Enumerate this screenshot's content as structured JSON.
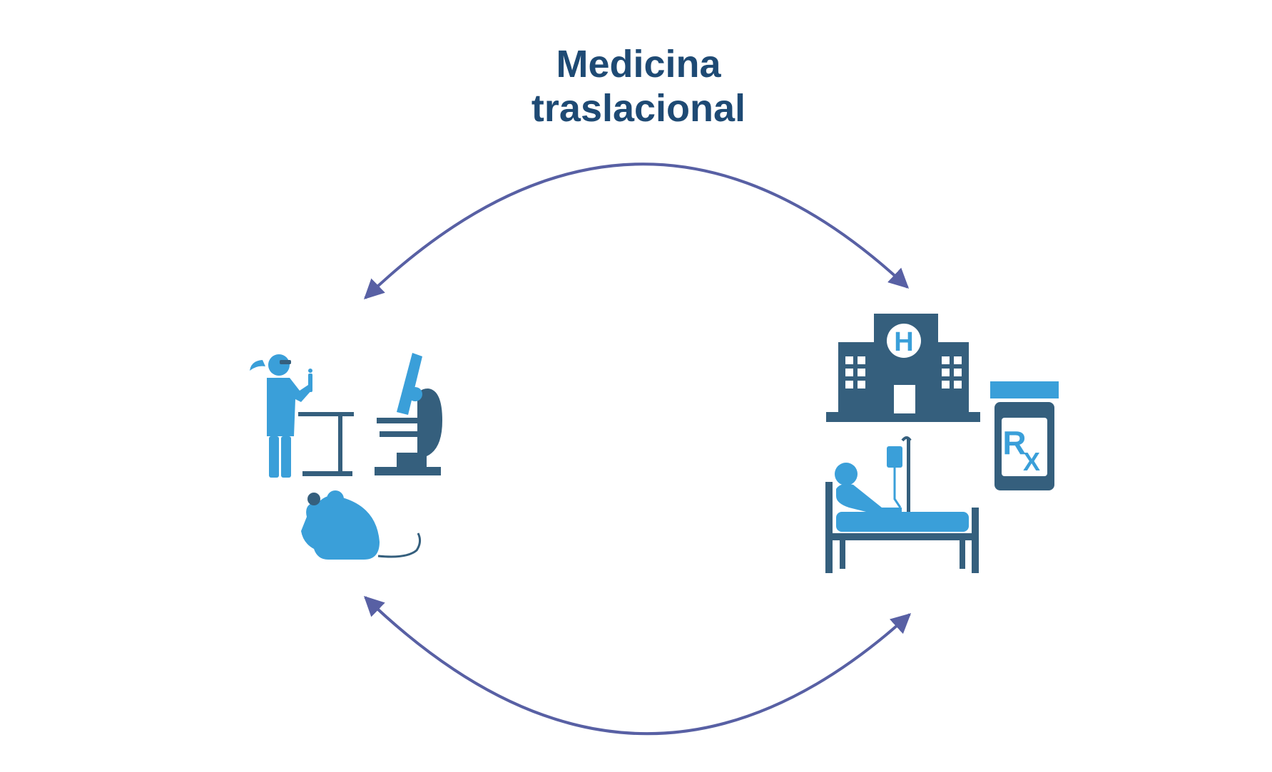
{
  "title": {
    "line1": "Medicina",
    "line2": "traslacional"
  },
  "colors": {
    "title": "#1e4a74",
    "arrow": "#5860a4",
    "icon_light": "#3a9fd9",
    "icon_dark": "#355f7d",
    "background": "#ffffff"
  },
  "nodes": {
    "left": {
      "icons": [
        "scientist-icon",
        "microscope-icon",
        "mouse-icon"
      ]
    },
    "right": {
      "icons": [
        "hospital-icon",
        "patient-bed-icon",
        "prescription-bottle-icon"
      ]
    }
  },
  "prescription": {
    "symbol_r": "R",
    "symbol_x": "X"
  },
  "hospital": {
    "symbol": "H"
  }
}
